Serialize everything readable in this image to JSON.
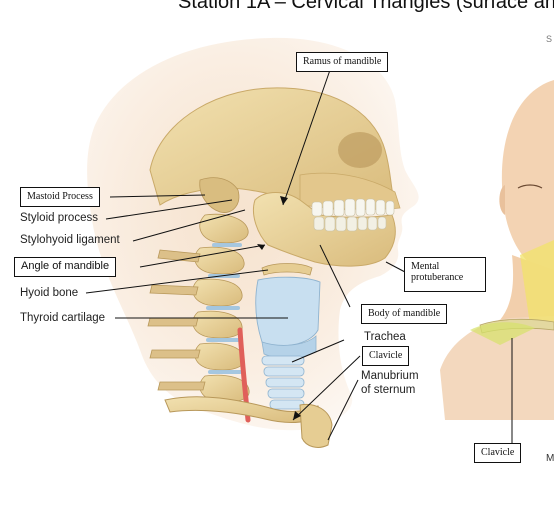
{
  "header": {
    "title": "Station 1A – Cervical Triangles (surface an",
    "corner_letter_top": "S",
    "corner_letter_bottom": "M"
  },
  "labels": {
    "ramus_of_mandible": "Ramus of mandible",
    "mastoid_process": "Mastoid Process",
    "styloid_process": "Styloid process",
    "stylohyoid_ligament": "Stylohyoid ligament",
    "angle_of_mandible": "Angle of mandible",
    "hyoid_bone": "Hyoid bone",
    "thyroid_cartilage": "Thyroid cartilage",
    "mental_protuberance_line1": "Mental",
    "mental_protuberance_line2": "protuberance",
    "body_of_mandible": "Body of mandible",
    "trachea": "Trachea",
    "clavicle": "Clavicle",
    "manubrium_line1": "Manubrium",
    "manubrium_line2": "of sternum",
    "clavicle_right": "Clavicle"
  },
  "colors": {
    "skin": "#f4dcc2",
    "bone": "#e8d29c",
    "bone_shadow": "#c9a968",
    "cartilage": "#c8dff0",
    "artery": "#e0605a",
    "leader": "#111111"
  }
}
